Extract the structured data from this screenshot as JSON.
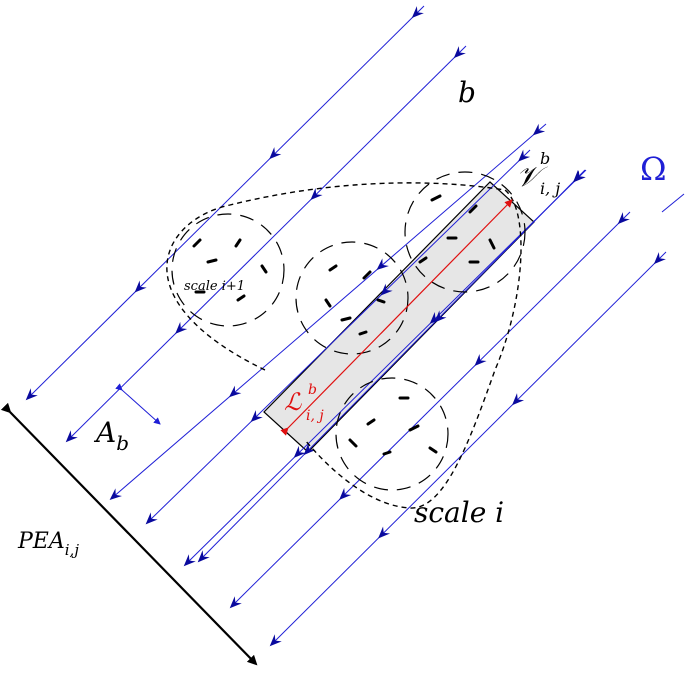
{
  "diagram": {
    "label_b": "b",
    "label_omega": "Ω",
    "label_Ab_main": "A",
    "label_Ab_sub": "b",
    "label_pea_main": "PEA",
    "label_pea_sub": "i,j",
    "label_V_main": "𝒱",
    "label_V_sup": "b",
    "label_V_sub": "i, j",
    "label_L_main": "ℒ",
    "label_L_sup": "b",
    "label_L_sub": "i, j",
    "label_scale_i": "scale i",
    "label_scale_i1": "scale i+1"
  },
  "colors": {
    "ray": "#1f1fd6",
    "arrowhead": "#0a0a9e",
    "highlight": "#e01010",
    "omega": "#1f1fd6",
    "cell_fill": "#e6e6e6",
    "outline": "#000000"
  }
}
